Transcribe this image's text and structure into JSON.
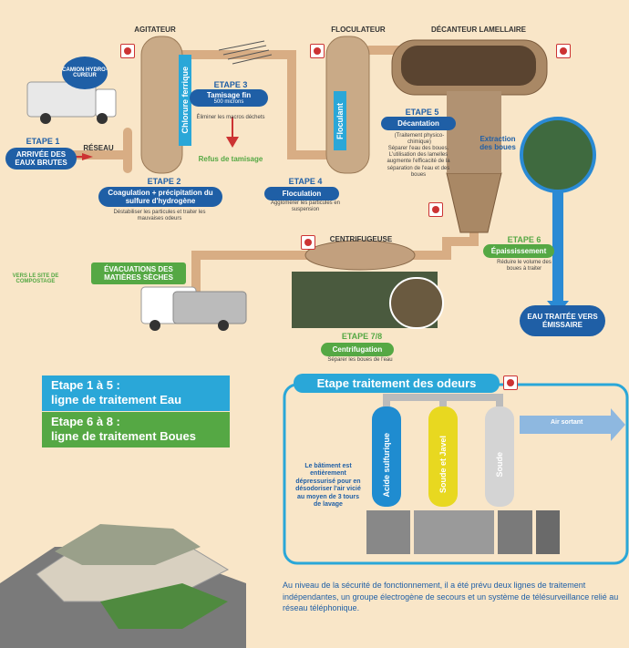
{
  "labels": {
    "agitateur": "AGITATEUR",
    "floculateur": "FLOCULATEUR",
    "decanteur": "DÉCANTEUR LAMELLAIRE",
    "camion": "CAMION HYDRO-CUREUR",
    "reseau": "RÉSEAU",
    "centrifugeuse": "CENTRIFUGEUSE",
    "chlorure": "Chlorure ferrique",
    "floculant": "Floculant",
    "refus": "Refus de tamisage",
    "extraction": "Extraction des boues",
    "eau_traitee": "EAU TRAITÉE VERS ÉMISSAIRE",
    "vers_site": "VERS LE SITE DE COMPOSTAGE",
    "evacuations": "ÉVACUATIONS DES MATIÈRES SÈCHES"
  },
  "etapes": {
    "e1": {
      "num": "ETAPE 1",
      "title": "ARRIVÉE DES EAUX BRUTES"
    },
    "e2": {
      "num": "ETAPE 2",
      "title": "Coagulation + précipitation du sulfure d'hydrogène",
      "desc": "Déstabiliser les particules et traiter les mauvaises odeurs"
    },
    "e3": {
      "num": "ETAPE 3",
      "title": "Tamisage fin",
      "sub": "500 microns",
      "desc": "Éliminer les macros déchets"
    },
    "e4": {
      "num": "ETAPE 4",
      "title": "Floculation",
      "desc": "Agglomérer les particules en suspension"
    },
    "e5": {
      "num": "ETAPE 5",
      "title": "Décantation",
      "desc1": "(Traitement physico-chimique)",
      "desc2": "Séparer l'eau des boues. L'utilisation des lamelles augmente l'efficacité de la séparation de l'eau et des boues"
    },
    "e6": {
      "num": "ETAPE 6",
      "title": "Épaississement",
      "desc": "Réduire le volume des boues à traiter"
    },
    "e78": {
      "num": "ETAPE 7/8",
      "title": "Centrifugation",
      "desc": "Séparer les boues de l'eau"
    }
  },
  "legend": {
    "eau": {
      "line1": "Etape 1 à 5 :",
      "line2": "ligne de traitement Eau"
    },
    "boues": {
      "line1": "Etape 6 à 8 :",
      "line2": "ligne de traitement Boues"
    }
  },
  "odeurs": {
    "title": "Etape traitement des odeurs",
    "towers": [
      "Acide sulfurique",
      "Soude et Javel",
      "Soude"
    ],
    "air": "Air sortant",
    "note": "Le bâtiment est entièrement dépressurisé pour en désodoriser l'air vicié au moyen de 3 tours de lavage"
  },
  "footer": "Au niveau de la sécurité de fonctionnement, il a été prévu deux lignes de traitement indépendantes, un groupe électrogène de secours et un système de télésurveillance relié au réseau téléphonique.",
  "colors": {
    "blue": "#1f5fa6",
    "green": "#55a844",
    "cyan": "#2aa7d8",
    "pipe": "#d9b089"
  }
}
